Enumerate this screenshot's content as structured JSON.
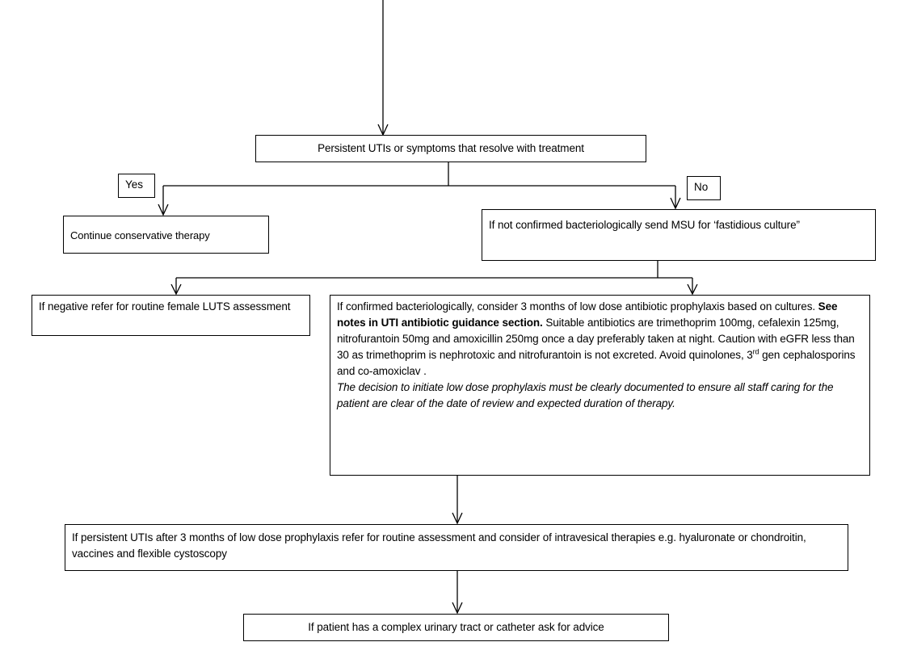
{
  "diagram": {
    "nodes": {
      "persistent": "Persistent UTIs or symptoms that resolve with treatment",
      "continue": "Continue conservative therapy",
      "not_confirmed": "If not confirmed bacteriologically send MSU for ‘fastidious culture”",
      "negative": "If negative refer for routine female LUTS assessment",
      "confirmed": {
        "part1": "If confirmed bacteriologically, consider 3 months of low dose antibiotic prophylaxis based on cultures. ",
        "bold": "See notes in UTI antibiotic guidance section.",
        "part2": " Suitable antibiotics are trimethoprim 100mg, cefalexin 125mg, nitrofurantoin 50mg and amoxicillin 250mg once a day preferably taken at night. Caution with eGFR less than 30 as trimethoprim is nephrotoxic and nitrofurantoin is not excreted. Avoid quinolones, 3",
        "sup": "rd",
        "part3": " gen cephalosporins and co-amoxiclav .",
        "italic": "The decision to initiate low dose prophylaxis must be clearly documented to ensure all staff caring for the patient are clear of the date of review and expected duration of therapy."
      },
      "after_prophylaxis": "If persistent UTIs after 3 months of low dose prophylaxis refer for routine assessment and consider of intravesical therapies e.g. hyaluronate or chondroitin, vaccines and flexible cystoscopy",
      "complex": "If patient has a complex urinary tract or catheter ask for advice"
    },
    "labels": {
      "yes": "Yes",
      "no": "No"
    }
  }
}
